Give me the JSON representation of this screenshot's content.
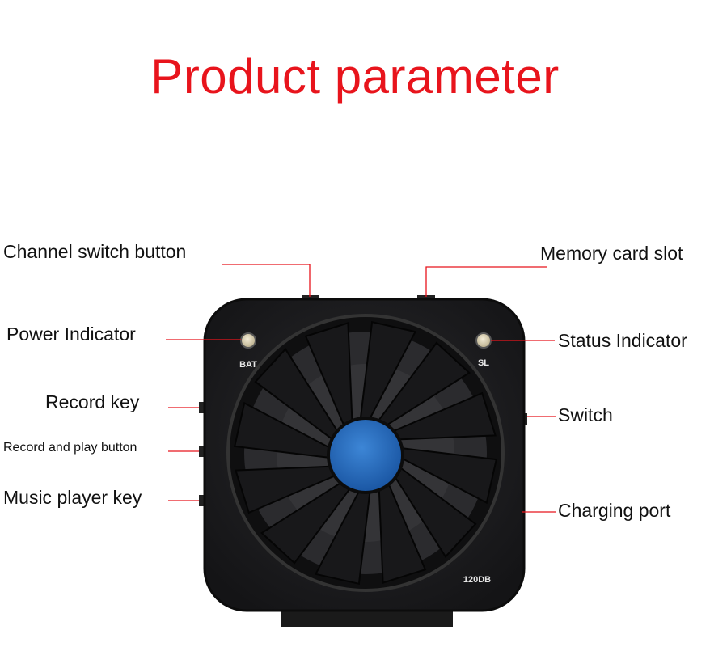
{
  "title": "Product parameter",
  "labels": {
    "channel_switch_button": "Channel switch button",
    "memory_card_slot": "Memory card slot",
    "power_indicator": "Power Indicator",
    "status_indicator": "Status Indicator",
    "record_key": "Record key",
    "switch": "Switch",
    "record_and_play_button": "Record and play button",
    "music_player_key": "Music player key",
    "charging_port": "Charging port"
  },
  "device": {
    "bat_marking": "BAT",
    "sl_marking": "SL",
    "db_marking": "120DB"
  },
  "colors": {
    "title": "#e8141c",
    "leader_line": "#e8141c",
    "body": "#1c1c1e",
    "center_cap": "#1f63b5"
  }
}
